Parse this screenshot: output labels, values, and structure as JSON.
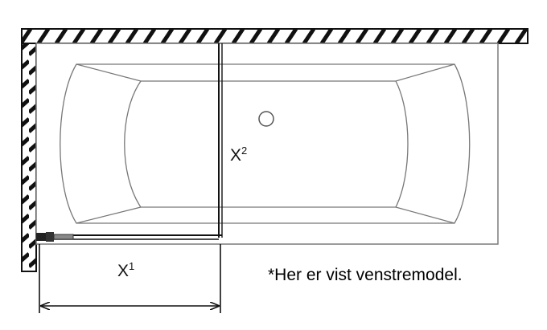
{
  "dimensions": {
    "width": {
      "letter": "X",
      "index": "1"
    },
    "height": {
      "letter": "X",
      "index": "2"
    }
  },
  "note": "*Her er vist venstremodel.",
  "colors": {
    "line": "#1a1a1a",
    "outline": "#7a7a7a",
    "background": "#ffffff"
  }
}
